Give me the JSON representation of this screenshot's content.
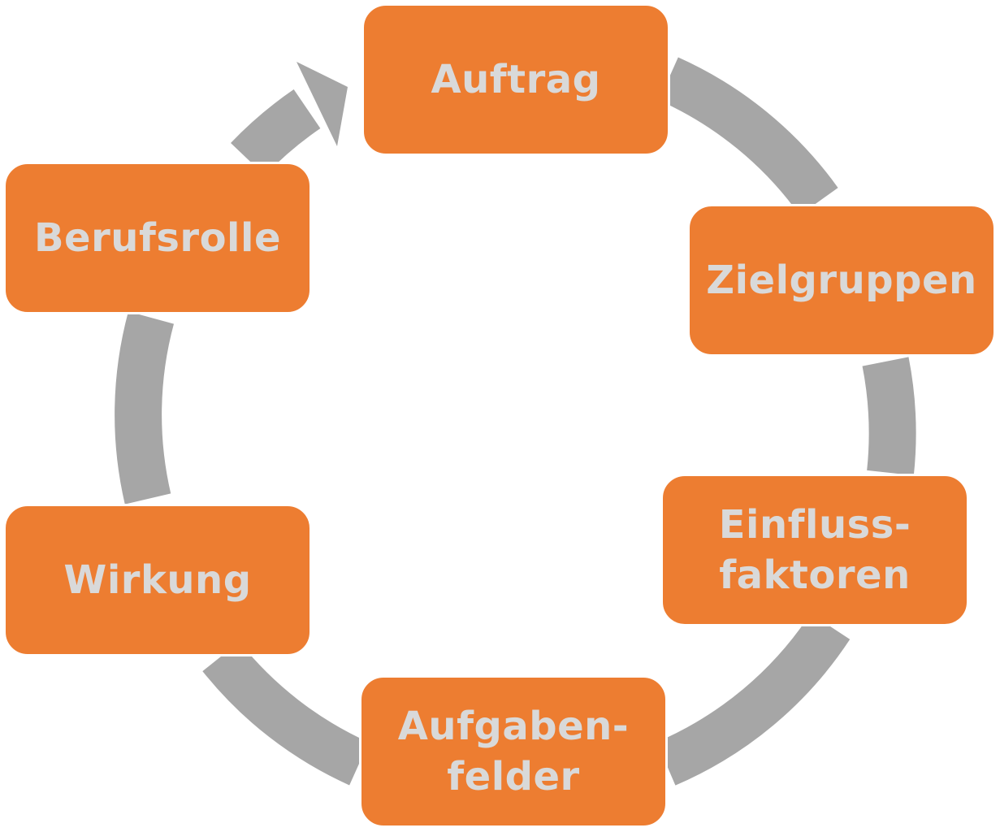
{
  "diagram": {
    "type": "cycle",
    "colors": {
      "node_fill": "#ED7D31",
      "node_text": "#D9D9D9",
      "connector": "#A6A6A6"
    },
    "nodes": [
      {
        "id": "auftrag",
        "label": "Auftrag"
      },
      {
        "id": "zielgruppen",
        "label": "Zielgruppen"
      },
      {
        "id": "einflussfaktoren",
        "label": "Einfluss-\nfaktoren"
      },
      {
        "id": "aufgabenfelder",
        "label": "Aufgaben-\nfelder"
      },
      {
        "id": "wirkung",
        "label": "Wirkung"
      },
      {
        "id": "berufsrolle",
        "label": "Berufsrolle"
      }
    ],
    "edges": [
      {
        "from": "auftrag",
        "to": "zielgruppen"
      },
      {
        "from": "zielgruppen",
        "to": "einflussfaktoren"
      },
      {
        "from": "einflussfaktoren",
        "to": "aufgabenfelder"
      },
      {
        "from": "aufgabenfelder",
        "to": "wirkung"
      },
      {
        "from": "wirkung",
        "to": "berufsrolle"
      },
      {
        "from": "berufsrolle",
        "to": "auftrag",
        "arrowhead": true
      }
    ]
  }
}
